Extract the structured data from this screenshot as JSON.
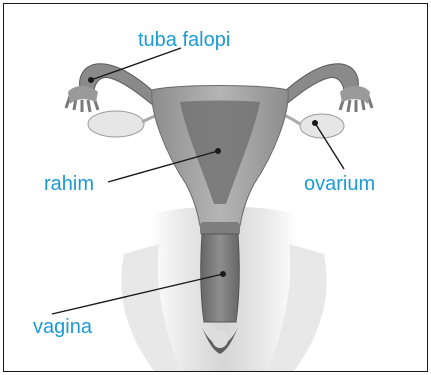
{
  "diagram": {
    "labels": {
      "tuba_falopi": "tuba falopi",
      "rahim": "rahim",
      "ovarium": "ovarium",
      "vagina": "vagina"
    }
  },
  "colors": {
    "label_text": "#1b9ad6",
    "leader_line": "#1a1a1a",
    "border": "#1a1a1a",
    "tissue_light": "#d9d9d9",
    "tissue_mid": "#9b9b9b",
    "tissue_dark": "#6e6e6e"
  }
}
